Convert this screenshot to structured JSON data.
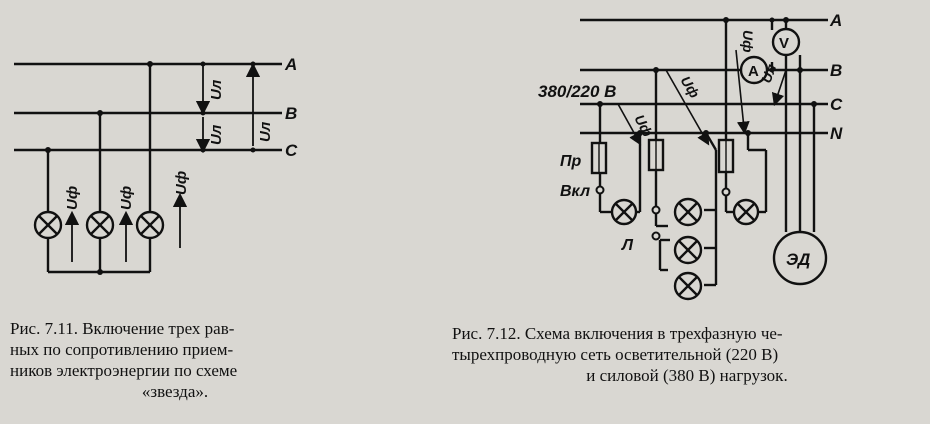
{
  "fig1": {
    "phase_labels": [
      "A",
      "B",
      "C"
    ],
    "voltage_line": "Uл",
    "voltage_phase": "Uф",
    "caption": {
      "line1": "Рис. 7.11. Включение трех рав-",
      "line2": "ных по сопротивлению прием-",
      "line3": "ников электроэнергии по схеме",
      "line4": "«звезда»."
    }
  },
  "fig2": {
    "phase_labels": [
      "A",
      "B",
      "C",
      "N"
    ],
    "network_voltage": "380/220 В",
    "fuse_label": "Пр",
    "switch_label": "Вкл",
    "lamp_label": "Л",
    "voltmeter": "V",
    "ammeter": "A",
    "motor": "ЭД",
    "voltage_phase": "Uф",
    "voltage_line": "Uл",
    "caption": {
      "line1": "Рис. 7.12. Схема включения в трехфазную че-",
      "line2": "тырехпроводную сеть осветительной (220 В)",
      "line3": "и силовой (380 В) нагрузок."
    }
  },
  "colors": {
    "paper": "#d9d7d2",
    "ink": "#111111"
  }
}
